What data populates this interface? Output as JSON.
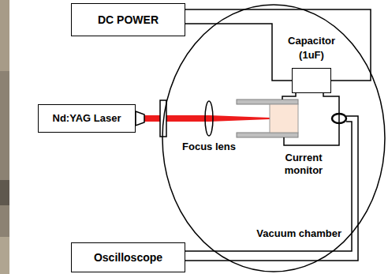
{
  "diagram": {
    "nodes": [
      {
        "text": [
          "DC POWER"
        ]
      },
      {
        "text": [
          "Nd:YAG Laser"
        ]
      },
      {
        "text": [
          "Vacuum chamber"
        ]
      },
      {
        "text": [
          "Capacitor (1uF)"
        ],
        "in": 2
      },
      {
        "text": [
          "Oscilloscope"
        ]
      }
    ],
    "edges": [
      {
        "from": 0,
        "to": 3,
        "arrow": "none"
      },
      {
        "from": 0,
        "to": 3,
        "arrow": "none"
      }
    ],
    "labels": [
      "Focus lens",
      "Current monitor"
    ]
  }
}
